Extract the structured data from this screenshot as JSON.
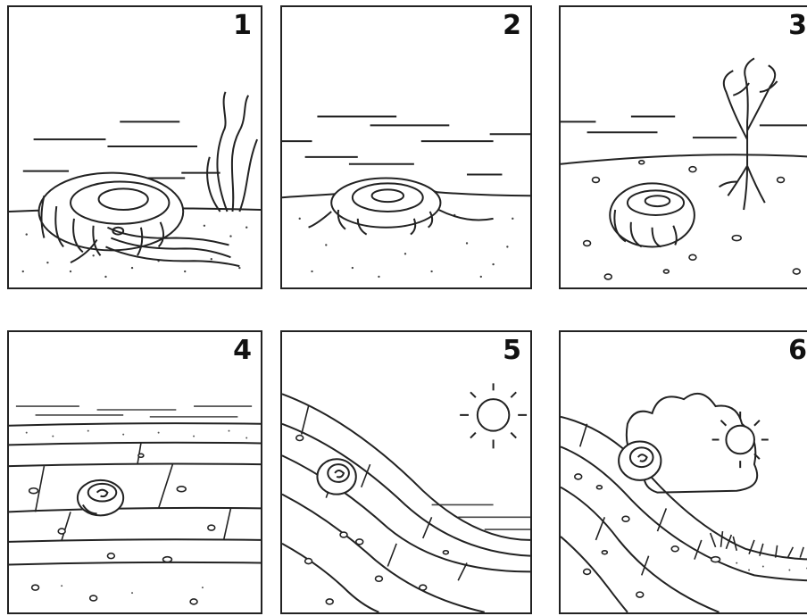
{
  "panels": [
    {
      "number": "1",
      "scene": "living-ammonite"
    },
    {
      "number": "2",
      "scene": "shell-on-seafloor"
    },
    {
      "number": "3",
      "scene": "shell-buried-in-sediment"
    },
    {
      "number": "4",
      "scene": "fossil-in-rock-layers"
    },
    {
      "number": "5",
      "scene": "layers-uplifted"
    },
    {
      "number": "6",
      "scene": "fossil-exposed-by-erosion"
    }
  ],
  "colors": {
    "ink": "#222222",
    "paper": "#ffffff"
  }
}
